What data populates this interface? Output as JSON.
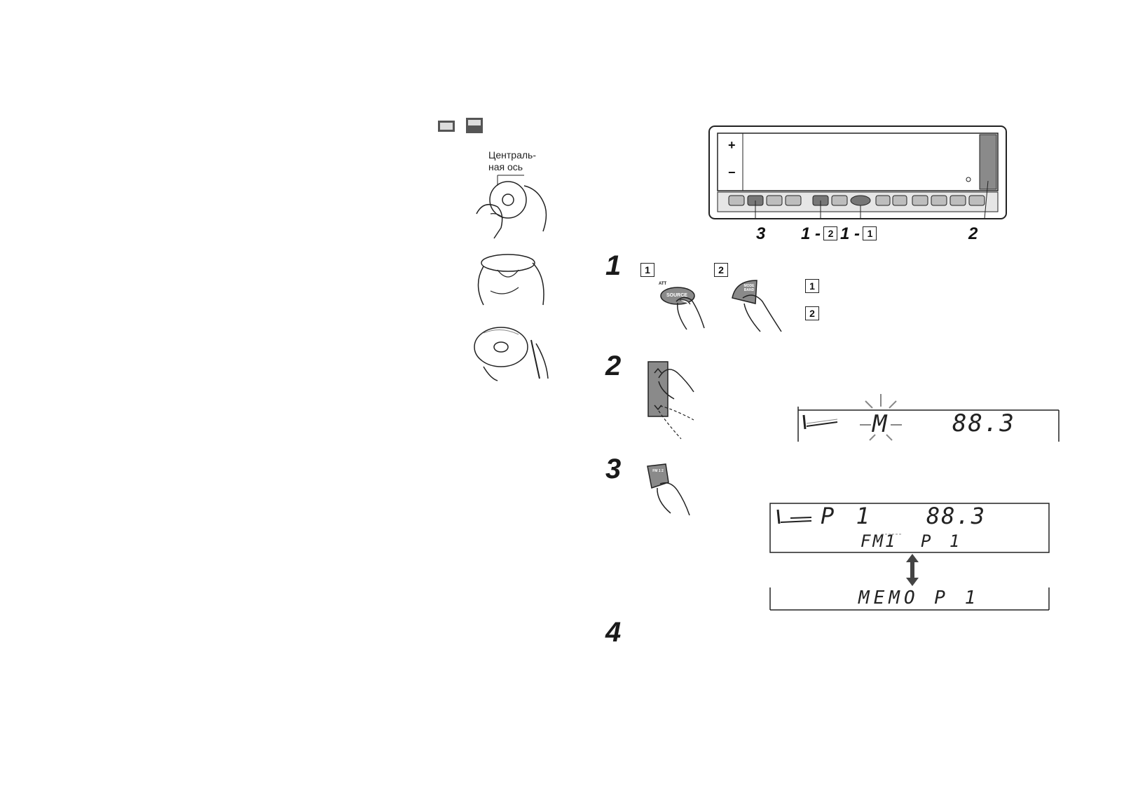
{
  "left_panel": {
    "center_axis_label": "Централь-\nная ось"
  },
  "unit_diagram": {
    "callouts": [
      {
        "id": "3",
        "num": "3"
      },
      {
        "id": "1-2",
        "prefix": "1 -",
        "box": "2"
      },
      {
        "id": "1-1",
        "prefix": "1 -",
        "box": "1"
      },
      {
        "id": "2",
        "num": "2"
      }
    ],
    "plus_symbol": "+",
    "minus_symbol": "−"
  },
  "steps": [
    {
      "number": "1",
      "sub_a": "1",
      "sub_b": "2",
      "button_a_top": "ATT",
      "button_a_label": "SOURCE",
      "button_b_label": "MODE BAND",
      "legend": [
        "1",
        "2"
      ]
    },
    {
      "number": "2",
      "display": {
        "indicator": "M",
        "frequency": "88.3"
      }
    },
    {
      "number": "3",
      "button_label": "FM 1 2",
      "display_main": {
        "preset": "P 1",
        "frequency": "88.3",
        "band": "FM1",
        "preset_small": "P 1"
      },
      "display_alt": {
        "text": "MEMO P 1"
      }
    },
    {
      "number": "4"
    }
  ],
  "colors": {
    "device_gray": "#8a8a8a",
    "line": "#222222"
  }
}
